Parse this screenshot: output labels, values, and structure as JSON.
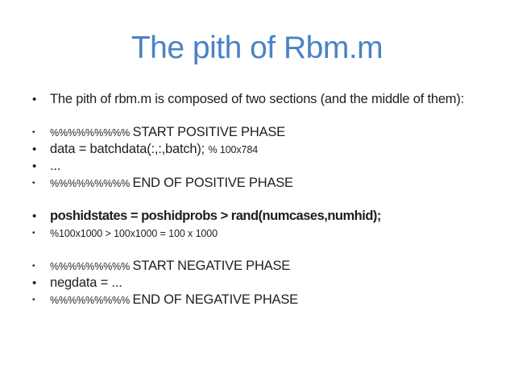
{
  "slide": {
    "title": "The pith of Rbm.m",
    "colors": {
      "title_blue": "#4a82c6",
      "body_text": "#1e1e1e",
      "background": "#ffffff"
    }
  },
  "bullets": [
    {
      "bullet_size": "large",
      "gap_before": false,
      "segments": [
        {
          "style": "regular",
          "text": "The pith of rbm.m is composed of two sections (and the middle of them):"
        }
      ]
    },
    {
      "bullet_size": "small",
      "gap_before": true,
      "segments": [
        {
          "style": "small",
          "text": "%%%%%%%%% "
        },
        {
          "style": "regular",
          "text": "START POSITIVE PHASE"
        }
      ]
    },
    {
      "bullet_size": "large",
      "gap_before": false,
      "segments": [
        {
          "style": "regular",
          "text": "data = batchdata(:,:,batch); "
        },
        {
          "style": "small",
          "text": "% 100x784"
        }
      ]
    },
    {
      "bullet_size": "large",
      "gap_before": false,
      "segments": [
        {
          "style": "regular",
          "text": "..."
        }
      ]
    },
    {
      "bullet_size": "small",
      "gap_before": false,
      "segments": [
        {
          "style": "small",
          "text": "%%%%%%%%% "
        },
        {
          "style": "regular",
          "text": "END OF POSITIVE PHASE"
        }
      ]
    },
    {
      "bullet_size": "large",
      "gap_before": true,
      "segments": [
        {
          "style": "bold",
          "text": "poshidstates = poshidprobs > rand(numcases,numhid);"
        }
      ]
    },
    {
      "bullet_size": "small",
      "gap_before": false,
      "segments": [
        {
          "style": "small",
          "text": "%100x1000 > 100x1000 = 100 x 1000"
        }
      ]
    },
    {
      "bullet_size": "small",
      "gap_before": true,
      "segments": [
        {
          "style": "small",
          "text": "%%%%%%%%% "
        },
        {
          "style": "regular",
          "text": "START NEGATIVE PHASE"
        }
      ]
    },
    {
      "bullet_size": "large",
      "gap_before": false,
      "segments": [
        {
          "style": "regular",
          "text": "negdata = ..."
        }
      ]
    },
    {
      "bullet_size": "small",
      "gap_before": false,
      "segments": [
        {
          "style": "small",
          "text": "%%%%%%%%% "
        },
        {
          "style": "regular",
          "text": "END OF NEGATIVE PHASE"
        }
      ]
    }
  ]
}
